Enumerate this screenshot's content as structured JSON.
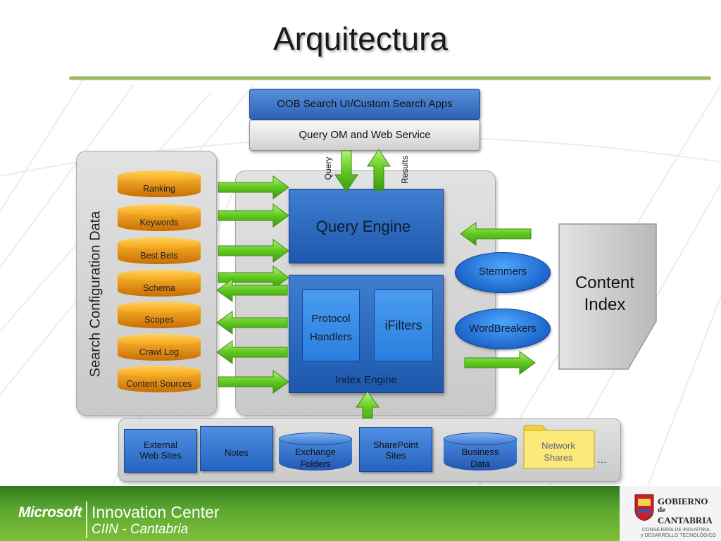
{
  "title": "Arquitectura",
  "top": {
    "apps": "OOB Search UI/Custom Search Apps",
    "om": "Query OM and Web Service",
    "query_label": "Query",
    "results_label": "Results"
  },
  "config": {
    "label": "Search Configuration Data",
    "items": [
      "Ranking",
      "Keywords",
      "Best Bets",
      "Schema",
      "Scopes",
      "Crawl Log",
      "Content Sources"
    ]
  },
  "engine": {
    "query_engine": "Query Engine",
    "index_engine": "Index Engine",
    "protocol_line1": "Protocol",
    "protocol_line2": "Handlers",
    "ifilters": "iFilters",
    "stemmers": "Stemmers",
    "wordbreakers": "WordBreakers"
  },
  "content_index": {
    "line1": "Content",
    "line2": "Index"
  },
  "sources": {
    "external_line1": "External",
    "external_line2": "Web Sites",
    "notes": "Notes",
    "exchange_line1": "Exchange",
    "exchange_line2": "Folders",
    "sharepoint_line1": "SharePoint",
    "sharepoint_line2": "Sites",
    "business_line1": "Business",
    "business_line2": "Data",
    "network_line1": "Network",
    "network_line2": "Shares",
    "more": "…"
  },
  "footer": {
    "brand": "Microsoft",
    "center_line1": "Innovation Center",
    "center_line2": "CIIN - Cantabria",
    "gov_line1": "GOBIERNO",
    "gov_line2": "de",
    "gov_line3": "CANTABRIA",
    "gov_sub1": "CONSEJERÍA DE INDUSTRIA",
    "gov_sub2": "y DESARROLLO TECNOLÓGICO"
  },
  "colors": {
    "accent_green": "#6fd12a",
    "engine_blue": "#2a62b8",
    "cylinder_orange": "#f0a020",
    "footer_green": "#5aa630"
  }
}
